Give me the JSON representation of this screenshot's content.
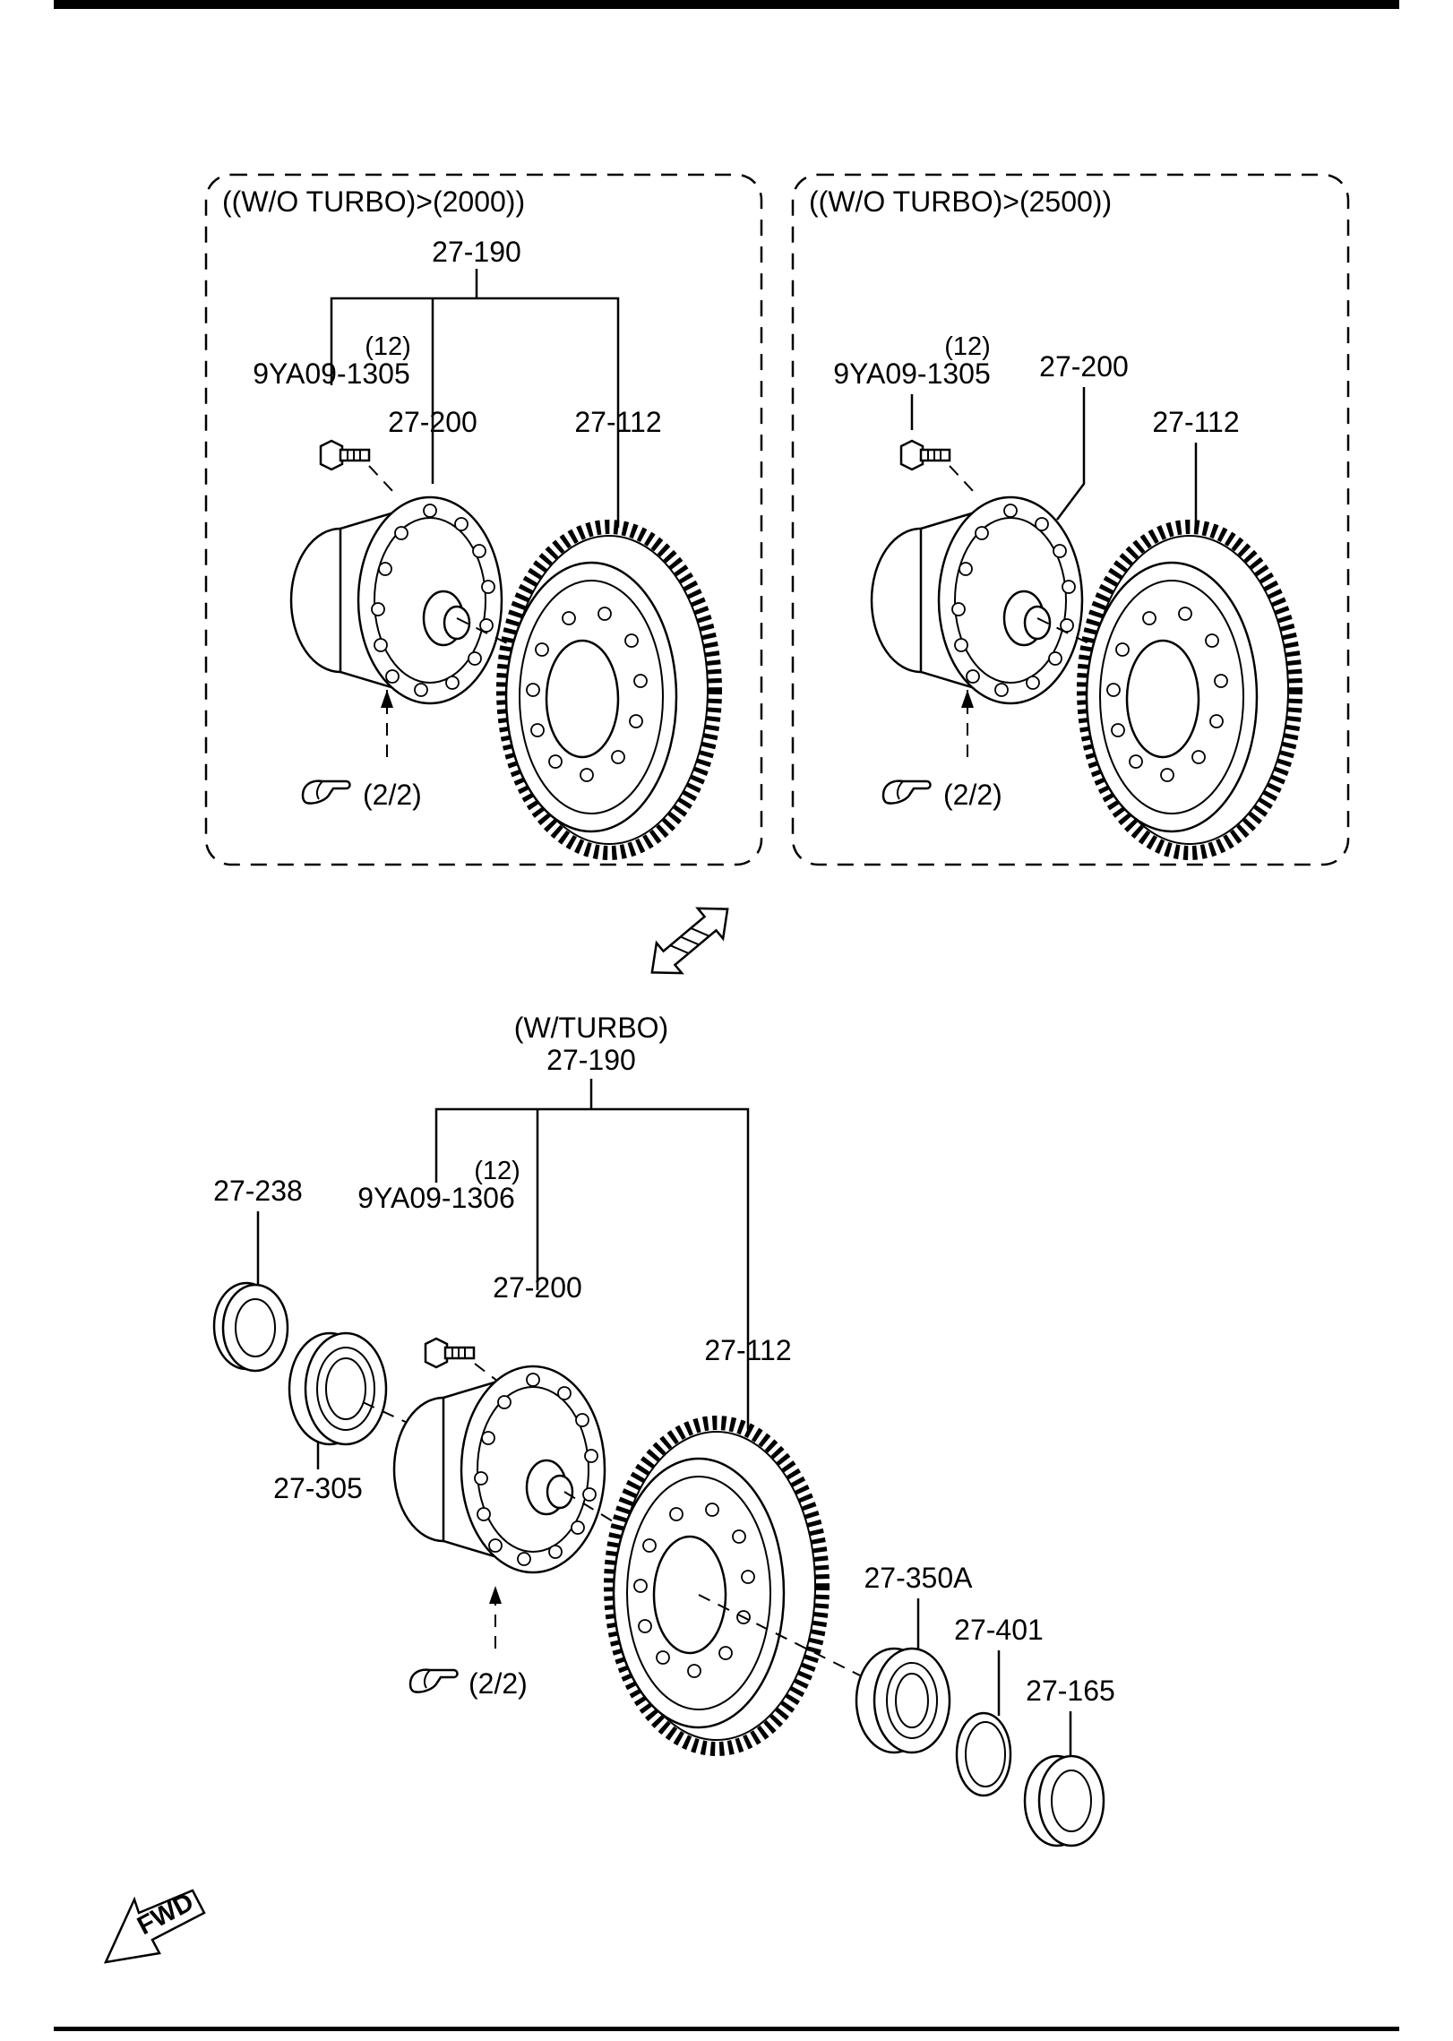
{
  "panels": {
    "top_left": {
      "variant_label": "((W/O TURBO)>(2000))",
      "assembly": "27-190",
      "bolt_qty": "(12)",
      "bolt_part": "9YA09-1305",
      "case_part": "27-200",
      "ring_gear_part": "27-112",
      "reference": "(2/2)"
    },
    "top_right": {
      "variant_label": "((W/O TURBO)>(2500))",
      "bolt_qty": "(12)",
      "bolt_part": "9YA09-1305",
      "case_part": "27-200",
      "ring_gear_part": "27-112",
      "reference": "(2/2)"
    },
    "bottom": {
      "variant_label": "(W/TURBO)",
      "assembly": "27-190",
      "bolt_qty": "(12)",
      "bolt_part": "9YA09-1306",
      "case_part": "27-200",
      "ring_gear_part": "27-112",
      "seal_left": "27-238",
      "bearing_left": "27-305",
      "bearing_right": "27-350A",
      "shim": "27-401",
      "seal_right": "27-165",
      "reference": "(2/2)"
    }
  },
  "fwd_label": "FWD",
  "icons": [
    "hand-pointer-icon",
    "interchange-arrow-icon",
    "fwd-arrow-icon"
  ]
}
